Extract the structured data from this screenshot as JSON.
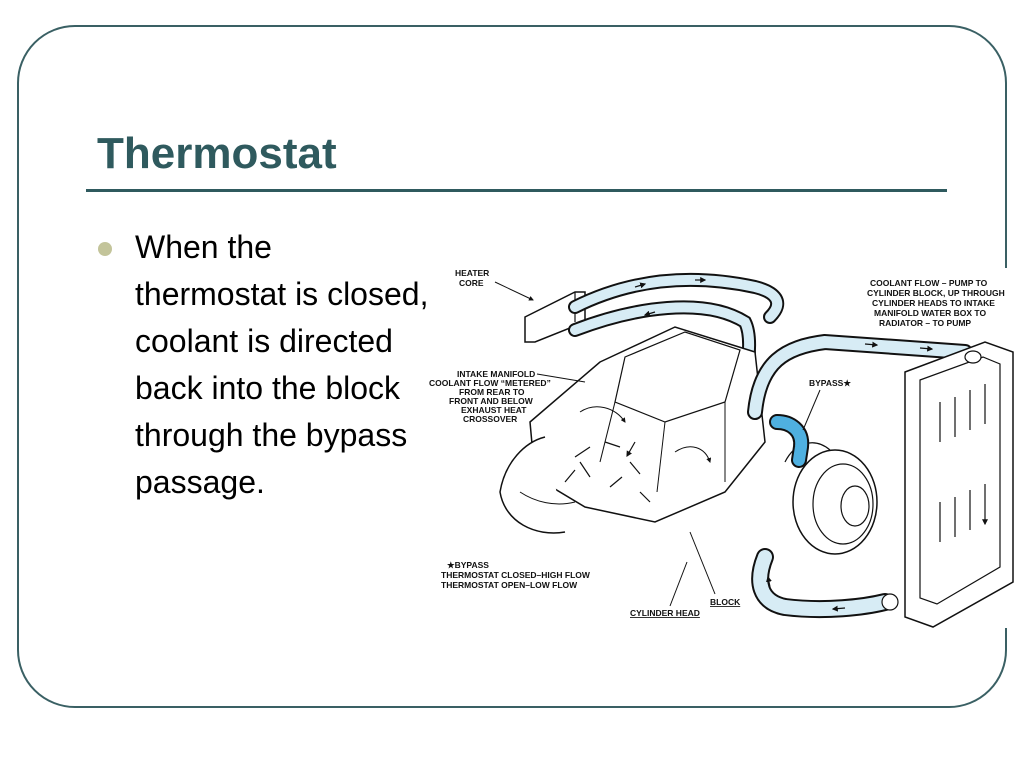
{
  "slide": {
    "title": "Thermostat",
    "bullets": [
      "When the thermostat is closed, coolant is directed back into the block through the bypass passage."
    ]
  },
  "figure": {
    "labels": {
      "heater_core": [
        "HEATER",
        "CORE"
      ],
      "coolant_flow": [
        "COOLANT FLOW – PUMP TO",
        "CYLINDER BLOCK, UP THROUGH",
        "CYLINDER HEADS TO INTAKE",
        "MANIFOLD WATER BOX TO",
        "RADIATOR – TO PUMP"
      ],
      "intake_manifold": [
        "INTAKE MANIFOLD",
        "COOLANT FLOW “METERED”",
        "FROM REAR TO",
        "FRONT AND BELOW",
        "EXHAUST HEAT",
        "CROSSOVER"
      ],
      "bypass_callout": "BYPASS★",
      "bypass_note": [
        "★BYPASS",
        "THERMOSTAT CLOSED–HIGH FLOW",
        "THERMOSTAT OPEN–LOW FLOW"
      ],
      "block": "BLOCK",
      "cylinder_head": "CYLINDER HEAD"
    }
  },
  "colors": {
    "title": "#2f5a5e",
    "frame": "#3a6064",
    "bullet": "#c3c49a",
    "hose_fill": "#d7ecf5",
    "bypass_fill": "#4fb0e0"
  }
}
